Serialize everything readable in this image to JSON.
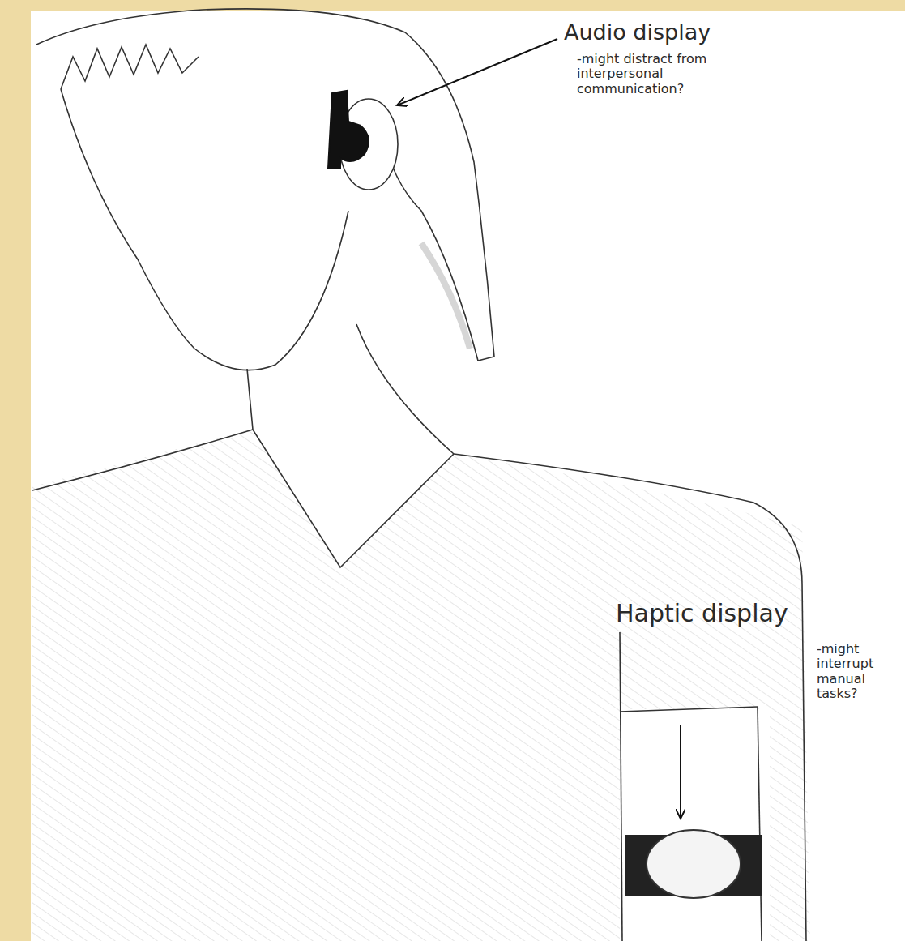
{
  "diagram": {
    "labels": [
      "Audio display",
      "-might distract from interpersonal communication?",
      "Haptic display",
      "-might interrupt manual tasks?"
    ]
  }
}
